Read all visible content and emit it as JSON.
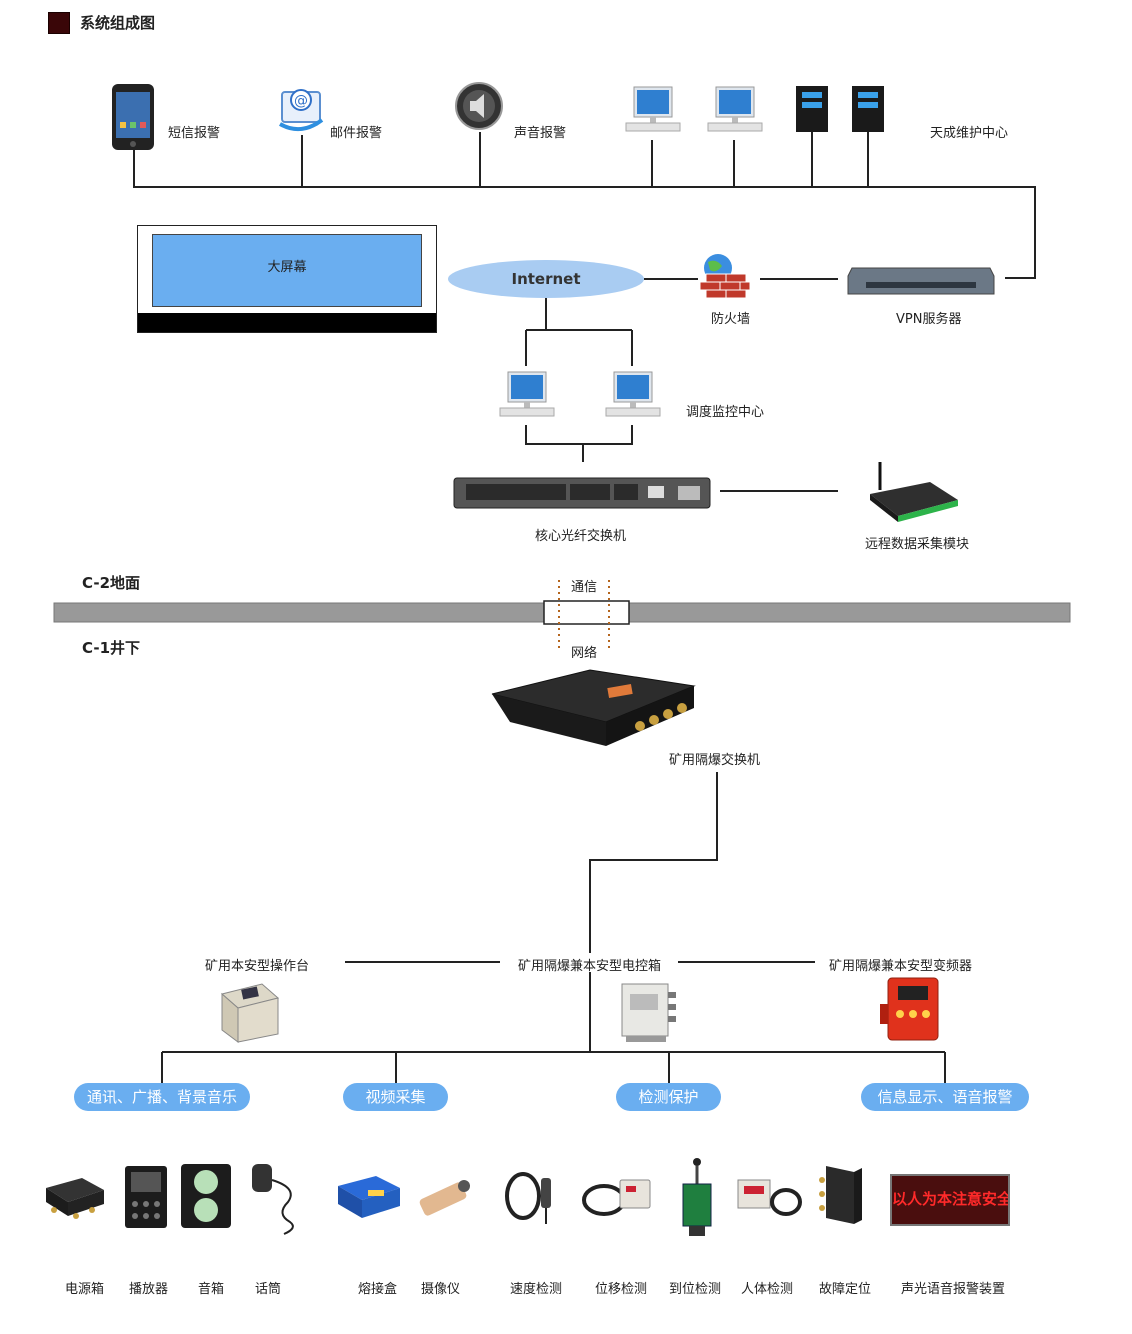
{
  "header": {
    "title": "系统组成图"
  },
  "top": {
    "sms_alarm": "短信报警",
    "email_alarm": "邮件报警",
    "sound_alarm": "声音报警",
    "maintenance_center": "天成维护中心",
    "big_screen": "大屏幕",
    "internet": "Internet",
    "firewall": "防火墙",
    "vpn_server": "VPN服务器",
    "dispatch_center": "调度监控中心",
    "core_switch": "核心光纤交换机",
    "remote_module": "远程数据采集模块"
  },
  "levels": {
    "surface": "C-2地面",
    "underground": "C-1井下"
  },
  "link": {
    "comm": "通信",
    "net": "网络"
  },
  "underground": {
    "mine_switch": "矿用隔爆交换机",
    "console": "矿用本安型操作台",
    "control_box": "矿用隔爆兼本安型电控箱",
    "inverter": "矿用隔爆兼本安型变频器"
  },
  "categories": [
    "通讯、广播、背景音乐",
    "视频采集",
    "检测保护",
    "信息显示、语音报警"
  ],
  "devices": [
    "电源箱",
    "播放器",
    "音箱",
    "话筒",
    "熔接盒",
    "摄像仪",
    "速度检测",
    "位移检测",
    "到位检测",
    "人体检测",
    "故障定位",
    "声光语音报警装置"
  ],
  "led_text": "以人为本注意安全",
  "colors": {
    "pill": "#6aaef0",
    "screen": "#6aaef0",
    "internet": "#a9ccf2",
    "line": "#222222"
  }
}
